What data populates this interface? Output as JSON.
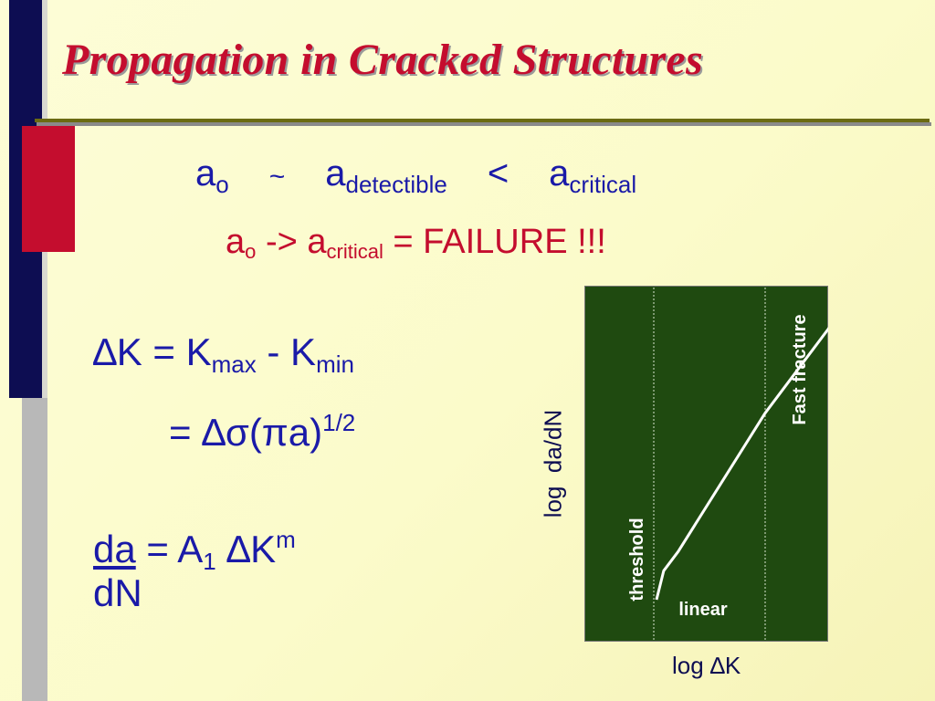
{
  "slide": {
    "title": "Propagation in Cracked Structures",
    "colors": {
      "title": "#c40d2e",
      "text": "#1a1aa8",
      "chart_bg": "#1f4a10",
      "chart_line": "#ffffff"
    }
  },
  "crack_sizes": {
    "a0_base": "a",
    "a0_sub": "o",
    "tilde": "~",
    "ad_base": "a",
    "ad_sub": "detectible",
    "lt": "<",
    "ac_base": "a",
    "ac_sub": "critical"
  },
  "failure": {
    "a0_base": "a",
    "a0_sub": "o",
    "arrow": " -> ",
    "ac_base": "a",
    "ac_sub": "critical",
    "tail": " = FAILURE !!!"
  },
  "delta_k": {
    "lhs": "∆K = K",
    "kmax_sub": "max",
    "minus": " - K",
    "kmin_sub": "min",
    "line2": "= ∆σ(πa)",
    "line2_sup": "1/2"
  },
  "paris_law": {
    "numerator": "da",
    "eq": " = A",
    "a_sub": "1",
    "dk": " ∆K",
    "exp": "m",
    "denominator": "dN"
  },
  "chart_data": {
    "type": "line",
    "title": "",
    "xlabel": "log ∆K",
    "ylabel": "log  da/dN",
    "regions": [
      "threshold",
      "linear",
      "Fast fracture"
    ],
    "series": [
      {
        "points": [
          [
            0,
            0.05
          ],
          [
            0.02,
            0.14
          ],
          [
            0.06,
            0.2
          ],
          [
            0.3,
            0.63
          ],
          [
            0.48,
            0.9
          ],
          [
            0.5,
            0.92
          ],
          [
            0.5,
            0.97
          ]
        ]
      }
    ],
    "scale": "log-log",
    "grid": false
  }
}
